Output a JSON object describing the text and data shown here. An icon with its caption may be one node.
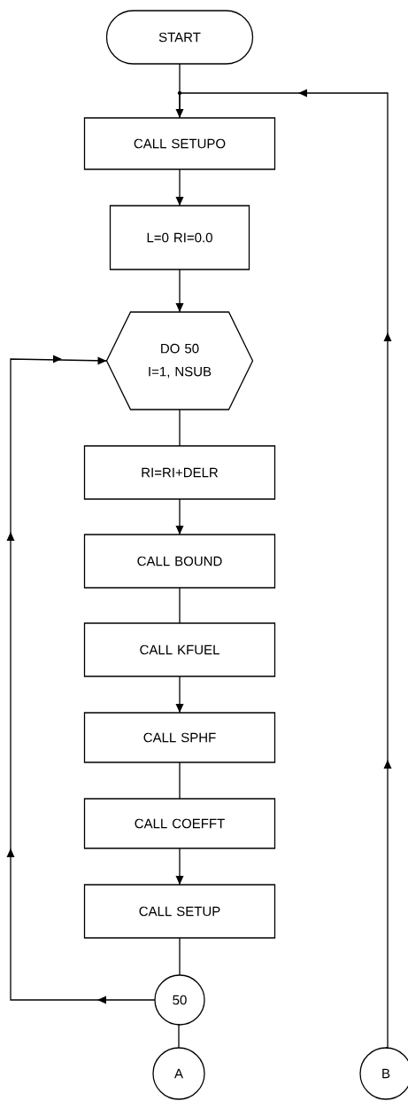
{
  "diagram": {
    "nodes": [
      {
        "text": [
          "START"
        ]
      },
      {
        "text": [
          "CALL SETUPO"
        ]
      },
      {
        "text": [
          "L=0 RI=0.0"
        ]
      },
      {
        "text": [
          "DO 50 I=1, NSUB"
        ]
      },
      {
        "text": [
          "RI=RI+DELR"
        ]
      },
      {
        "text": [
          "CALL BOUND"
        ]
      },
      {
        "text": [
          "CALL KFUEL"
        ]
      },
      {
        "text": [
          "CALL SPHF"
        ]
      },
      {
        "text": [
          "CALL COEFFT"
        ]
      },
      {
        "text": [
          "CALL SETUP"
        ]
      },
      {
        "text": [
          "50"
        ]
      },
      {
        "text": [
          "A"
        ]
      },
      {
        "text": [
          "B"
        ]
      }
    ],
    "edges": [
      {
        "from": 0,
        "to": 1,
        "arrow": "none"
      },
      {
        "from": 12,
        "to": 1,
        "arrow": "to"
      },
      {
        "from": 1,
        "to": 2,
        "arrow": "to"
      },
      {
        "from": 2,
        "to": 3,
        "arrow": "to"
      },
      {
        "from": 3,
        "to": 4,
        "arrow": "none"
      },
      {
        "from": 4,
        "to": 5,
        "arrow": "to"
      },
      {
        "from": 5,
        "to": 6,
        "arrow": "none"
      },
      {
        "from": 6,
        "to": 7,
        "arrow": "to"
      },
      {
        "from": 7,
        "to": 8,
        "arrow": "none"
      },
      {
        "from": 8,
        "to": 9,
        "arrow": "to"
      },
      {
        "from": 9,
        "to": 10,
        "arrow": "none"
      },
      {
        "from": 10,
        "to": 3,
        "arrow": "to"
      },
      {
        "from": 10,
        "to": 11,
        "arrow": "none"
      }
    ]
  }
}
